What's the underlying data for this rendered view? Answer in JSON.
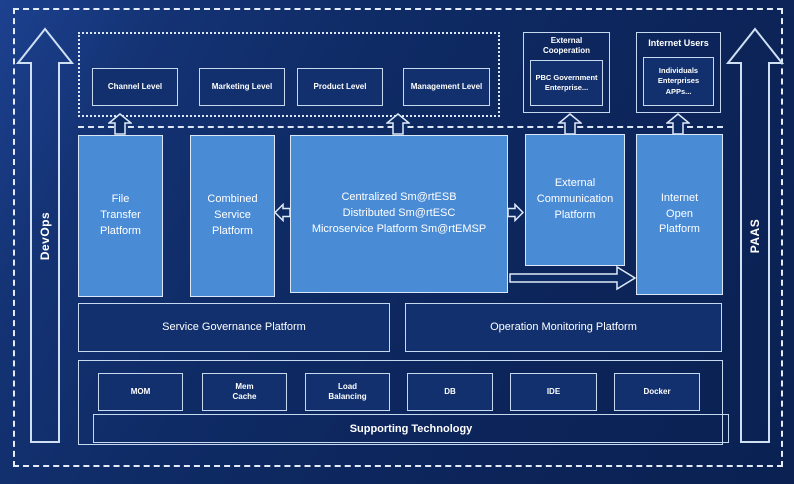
{
  "colors": {
    "background": "#0e2a61",
    "box_dark": "#11306d",
    "box_light": "#4a8bd6",
    "border_light": "#d9e7f7",
    "text": "#ffffff"
  },
  "side_arrows": {
    "left_label": "DevOps",
    "right_label": "PAAS"
  },
  "levels_band": {
    "items": [
      "Channel Level",
      "Marketing Level",
      "Product Level",
      "Management Level"
    ]
  },
  "external_cooperation": {
    "title": "External\nCooperation",
    "inner": "PBC Government\nEnterprise..."
  },
  "internet_users": {
    "title": "Internet Users",
    "inner": "Individuals\nEnterprises\nAPPs..."
  },
  "platforms": {
    "file_transfer": "File\nTransfer\nPlatform",
    "combined_service": "Combined\nService\nPlatform",
    "central_lines": [
      "Centralized Sm@rtESB",
      "Distributed Sm@rtESC",
      "Microservice Platform Sm@rtEMSP"
    ],
    "external_communication": "External\nCommunication\nPlatform",
    "internet_open": "Internet\nOpen\nPlatform"
  },
  "governance": {
    "service": "Service Governance Platform",
    "operation": "Operation Monitoring Platform"
  },
  "supporting": {
    "techs": [
      "MOM",
      "Mem\nCache",
      "Load\nBalancing",
      "DB",
      "IDE",
      "Docker"
    ],
    "bar": "Supporting Technology"
  }
}
